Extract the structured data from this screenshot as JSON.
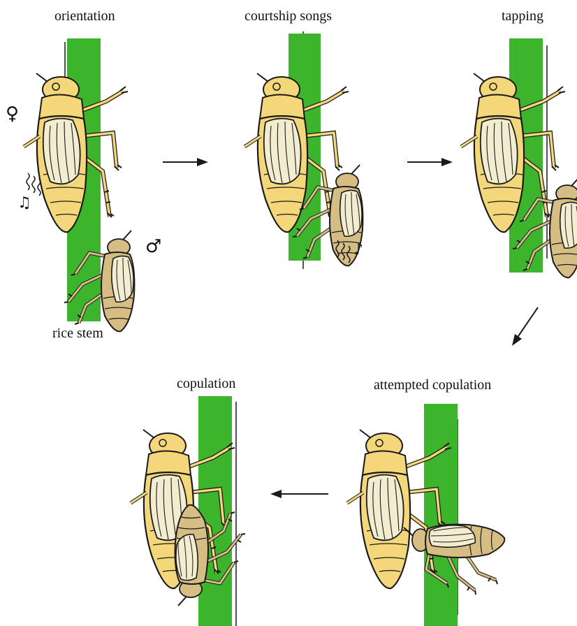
{
  "panels": {
    "orientation": {
      "title": "orientation",
      "stem_label": "rice stem",
      "female_symbol": "♀",
      "male_symbol": "♂"
    },
    "courtship": {
      "title": "courtship songs"
    },
    "tapping": {
      "title": "tapping"
    },
    "attempted": {
      "title": "attempted copulation"
    },
    "copulation": {
      "title": "copulation"
    }
  },
  "colors": {
    "stem": "#3cb52c",
    "female_body": "#f3d77a",
    "male_body": "#d6bd83",
    "outline": "#1a1a1a",
    "wing": "#f2ecd0"
  }
}
